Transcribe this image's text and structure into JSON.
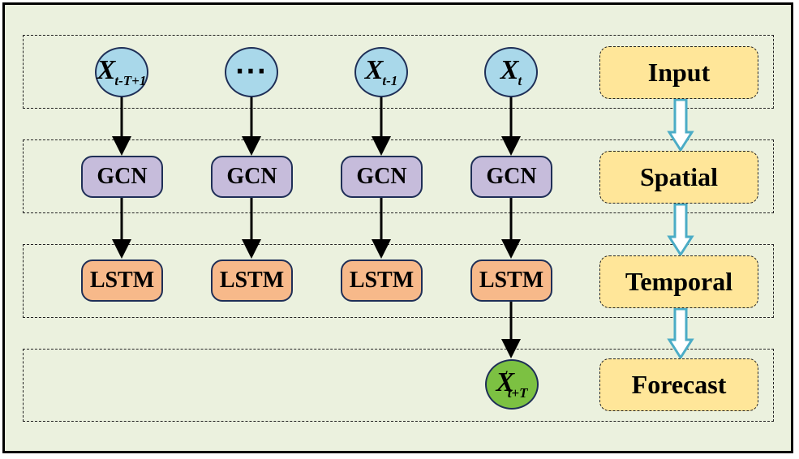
{
  "inputs": [
    {
      "var": "X",
      "sub": "t-T+1"
    },
    {
      "dots": "···"
    },
    {
      "var": "X",
      "sub": "t-1"
    },
    {
      "var": "X",
      "sub": "t"
    }
  ],
  "gcn_label": "GCN",
  "lstm_label": "LSTM",
  "output": {
    "var": "X",
    "sup": "′",
    "sub": "t+T"
  },
  "stages": [
    "Input",
    "Spatial",
    "Temporal",
    "Forecast"
  ],
  "colors": {
    "background": "#ebf1de",
    "input_node": "#a9d8ea",
    "gcn": "#c6bcdb",
    "lstm": "#f7b98a",
    "output_node": "#7cc142",
    "stage_box": "#ffe699",
    "flow_arrow": "#4bacc6"
  }
}
